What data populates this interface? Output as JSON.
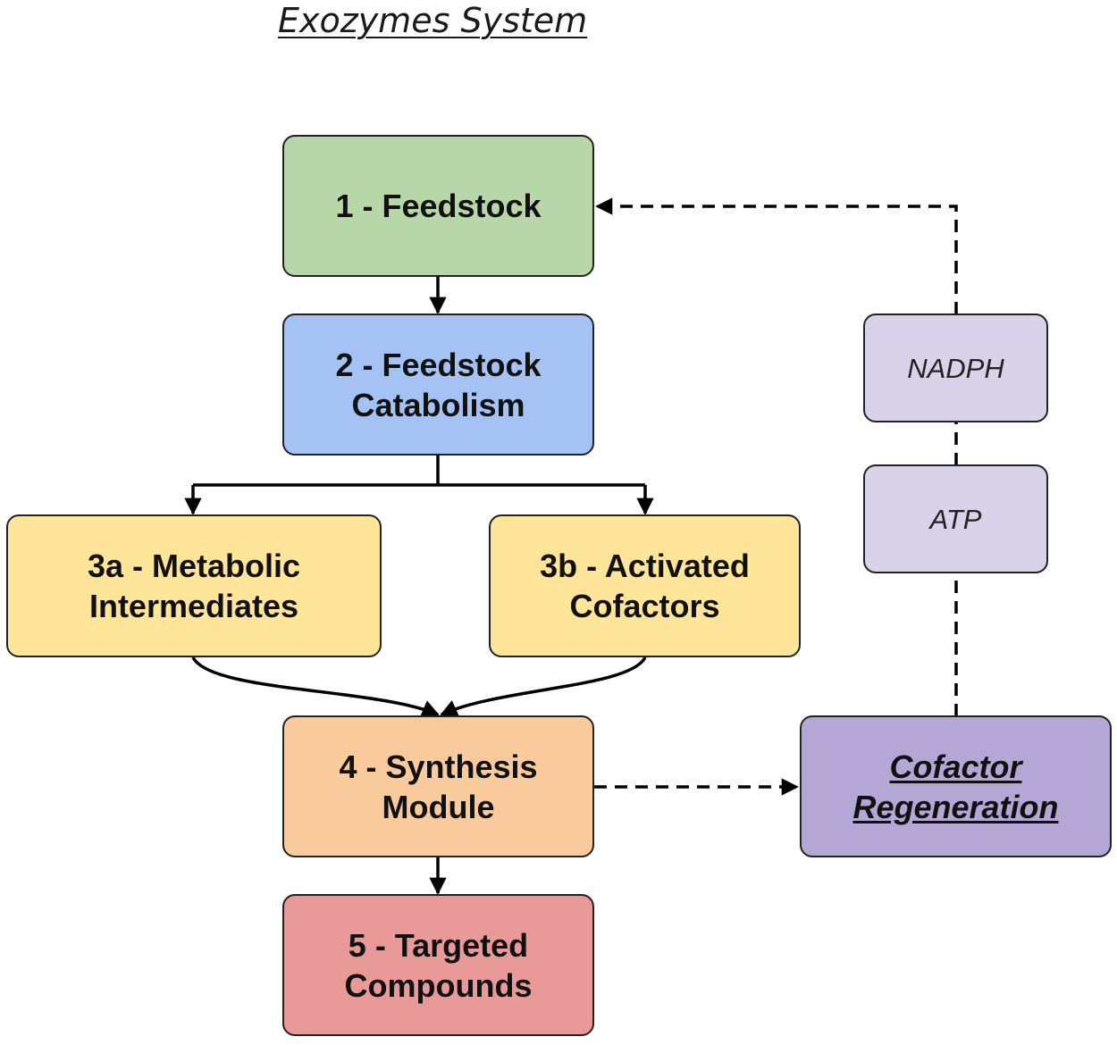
{
  "title": "Exozymes System",
  "nodes": {
    "feedstock": {
      "label": "1 - Feedstock",
      "color": "#b7d7a8"
    },
    "catabolism": {
      "label": "2 - Feedstock\nCatabolism",
      "color": "#a4c2f4"
    },
    "intermediates": {
      "label": "3a - Metabolic\nIntermediates",
      "color": "#ffe599"
    },
    "cofactors": {
      "label": "3b - Activated\nCofactors",
      "color": "#ffe599"
    },
    "synthesis": {
      "label": "4 - Synthesis\nModule",
      "color": "#f9cb9c"
    },
    "compounds": {
      "label": "5 - Targeted\nCompounds",
      "color": "#ea9999"
    },
    "regeneration": {
      "label": "Cofactor\nRegeneration",
      "color": "#b4a7d6"
    },
    "nadph": {
      "label": "NADPH",
      "color": "#d9d2e9"
    },
    "atp": {
      "label": "ATP",
      "color": "#d9d2e9"
    }
  }
}
